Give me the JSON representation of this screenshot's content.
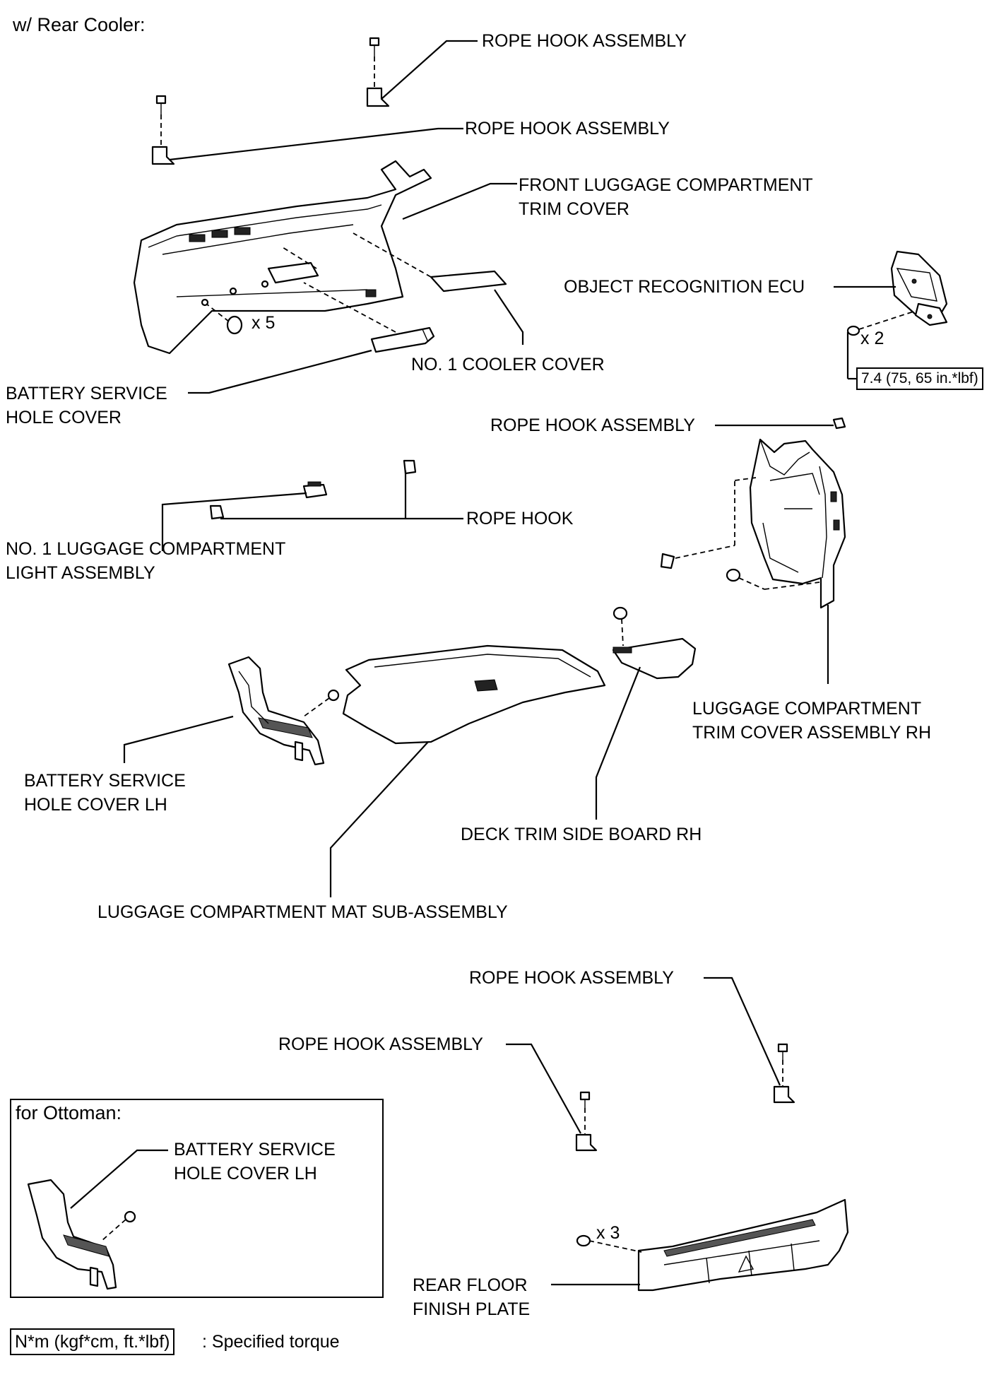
{
  "header": {
    "variant_label": "w/ Rear Cooler:"
  },
  "labels": {
    "rope_hook_assembly_top": "ROPE HOOK ASSEMBLY",
    "rope_hook_assembly_second": "ROPE HOOK ASSEMBLY",
    "front_luggage_trim_cover_line1": "FRONT LUGGAGE COMPARTMENT",
    "front_luggage_trim_cover_line2": "TRIM COVER",
    "object_recognition_ecu": "OBJECT RECOGNITION ECU",
    "no1_cooler_cover": "NO. 1 COOLER COVER",
    "battery_service_hole_cover_line1": "BATTERY SERVICE",
    "battery_service_hole_cover_line2": "HOLE COVER",
    "rope_hook_assembly_right": "ROPE HOOK ASSEMBLY",
    "rope_hook": "ROPE HOOK",
    "no1_luggage_light_line1": "NO. 1 LUGGAGE COMPARTMENT",
    "no1_luggage_light_line2": "LIGHT ASSEMBLY",
    "luggage_trim_cover_rh_line1": "LUGGAGE COMPARTMENT",
    "luggage_trim_cover_rh_line2": "TRIM COVER ASSEMBLY RH",
    "battery_service_hole_cover_lh_line1": "BATTERY SERVICE",
    "battery_service_hole_cover_lh_line2": "HOLE COVER LH",
    "deck_trim_side_board_rh": "DECK TRIM SIDE BOARD RH",
    "luggage_mat_sub_assembly": "LUGGAGE COMPARTMENT MAT SUB-ASSEMBLY",
    "rope_hook_assembly_lower_right": "ROPE HOOK ASSEMBLY",
    "rope_hook_assembly_lower_left": "ROPE HOOK ASSEMBLY",
    "rear_floor_finish_plate_line1": "REAR FLOOR",
    "rear_floor_finish_plate_line2": "FINISH PLATE"
  },
  "quantities": {
    "clips_front_trim": "x 5",
    "ecu_bolts": "x 2",
    "rear_plate_clips": "x 3"
  },
  "torque": {
    "ecu_bolt": "7.4 (75, 65 in.*lbf)"
  },
  "ottoman": {
    "title": "for Ottoman:",
    "label_line1": "BATTERY SERVICE",
    "label_line2": "HOLE COVER LH"
  },
  "legend": {
    "torque_units": "N*m (kgf*cm, ft.*lbf)",
    "description": ": Specified torque"
  }
}
